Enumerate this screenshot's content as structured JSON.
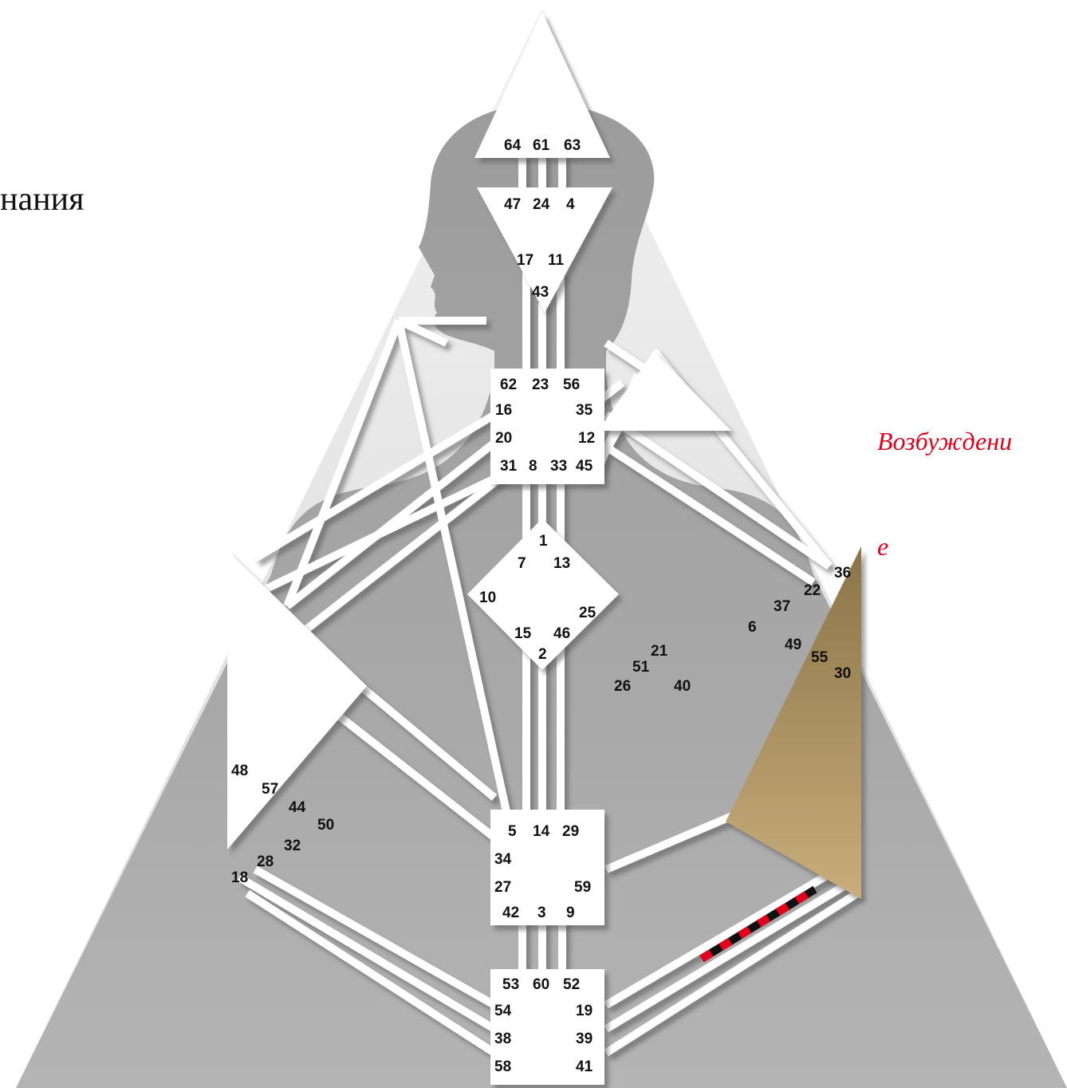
{
  "labels": {
    "left_fragment": "нания",
    "right_label_line1": "Возбуждени",
    "right_label_line2": "е"
  },
  "colors": {
    "page_background": "#ffffff",
    "pyramid_light": "#e6e6e6",
    "body_silhouette": "#9a9a9a",
    "channel": "#ffffff",
    "center_fill": "#ffffff",
    "solar_plexus_top": "#8a7448",
    "solar_plexus_bottom": "#c4a876",
    "activation_red": "#e2001a",
    "activation_black": "#111111",
    "right_label": "#e2001a"
  },
  "centers": {
    "head": {
      "gates": [
        "64",
        "61",
        "63"
      ]
    },
    "ajna": {
      "gates": [
        "47",
        "24",
        "4",
        "17",
        "11",
        "43"
      ]
    },
    "throat": {
      "gates": [
        "62",
        "23",
        "56",
        "16",
        "35",
        "20",
        "12",
        "31",
        "8",
        "33",
        "45"
      ]
    },
    "g_center": {
      "gates": [
        "1",
        "7",
        "13",
        "10",
        "25",
        "15",
        "46",
        "2"
      ]
    },
    "ego": {
      "gates": [
        "21",
        "51",
        "26",
        "40"
      ]
    },
    "spleen": {
      "gates": [
        "48",
        "57",
        "44",
        "50",
        "32",
        "28",
        "18"
      ]
    },
    "sacral": {
      "gates": [
        "5",
        "14",
        "29",
        "34",
        "27",
        "59",
        "42",
        "3",
        "9"
      ]
    },
    "solar_plexus": {
      "gates": [
        "36",
        "22",
        "37",
        "6",
        "49",
        "55",
        "30"
      ]
    },
    "root": {
      "gates": [
        "53",
        "60",
        "52",
        "54",
        "19",
        "38",
        "39",
        "58",
        "41"
      ]
    }
  },
  "activated_channel": "Возбуждение"
}
